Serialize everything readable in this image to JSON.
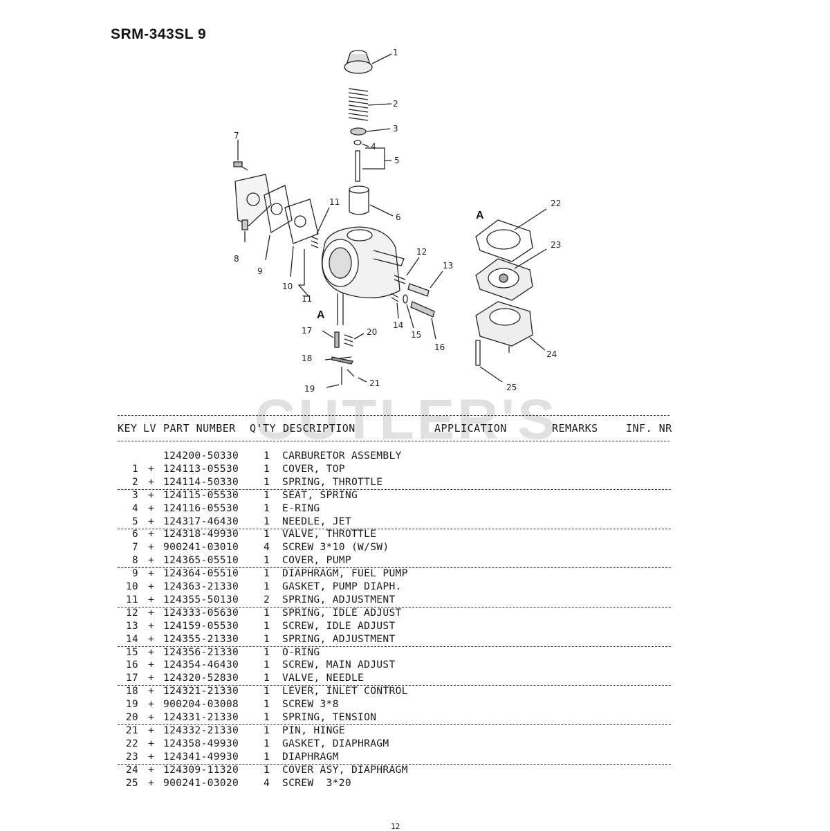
{
  "title": "SRM-343SL 9",
  "watermark": "CUTLER'S",
  "diagram": {
    "callouts": [
      "1",
      "2",
      "3",
      "4",
      "5",
      "6",
      "7",
      "8",
      "9",
      "10",
      "11",
      "11",
      "12",
      "13",
      "14",
      "15",
      "16",
      "17",
      "18",
      "19",
      "20",
      "21",
      "22",
      "23",
      "24",
      "25"
    ],
    "ref_label": "A",
    "ref_label_2": "A"
  },
  "table": {
    "header": {
      "key": "KEY",
      "lv": "LV",
      "part": "PART NUMBER",
      "qty": "Q'TY",
      "desc": "DESCRIPTION",
      "application": "APPLICATION",
      "remarks": "REMARKS",
      "inf": "INF. NR"
    },
    "rows": [
      {
        "key": "",
        "lv": "",
        "part": "124200-50330",
        "qty": "1",
        "desc": "CARBURETOR ASSEMBLY",
        "dashed": false
      },
      {
        "key": "1",
        "lv": "+",
        "part": "124113-05530",
        "qty": "1",
        "desc": "COVER, TOP",
        "dashed": false
      },
      {
        "key": "2",
        "lv": "+",
        "part": "124114-50330",
        "qty": "1",
        "desc": "SPRING, THROTTLE",
        "dashed": true
      },
      {
        "key": "3",
        "lv": "+",
        "part": "124115-05530",
        "qty": "1",
        "desc": "SEAT, SPRING",
        "dashed": false
      },
      {
        "key": "4",
        "lv": "+",
        "part": "124116-05530",
        "qty": "1",
        "desc": "E-RING",
        "dashed": false
      },
      {
        "key": "5",
        "lv": "+",
        "part": "124317-46430",
        "qty": "1",
        "desc": "NEEDLE, JET",
        "dashed": true
      },
      {
        "key": "6",
        "lv": "+",
        "part": "124318-49930",
        "qty": "1",
        "desc": "VALVE, THROTTLE",
        "dashed": false
      },
      {
        "key": "7",
        "lv": "+",
        "part": "900241-03010",
        "qty": "4",
        "desc": "SCREW 3*10 (W/SW)",
        "dashed": false
      },
      {
        "key": "8",
        "lv": "+",
        "part": "124365-05510",
        "qty": "1",
        "desc": "COVER, PUMP",
        "dashed": true
      },
      {
        "key": "9",
        "lv": "+",
        "part": "124364-05510",
        "qty": "1",
        "desc": "DIAPHRAGM, FUEL PUMP",
        "dashed": false
      },
      {
        "key": "10",
        "lv": "+",
        "part": "124363-21330",
        "qty": "1",
        "desc": "GASKET, PUMP DIAPH.",
        "dashed": false
      },
      {
        "key": "11",
        "lv": "+",
        "part": "124355-50130",
        "qty": "2",
        "desc": "SPRING, ADJUSTMENT",
        "dashed": true
      },
      {
        "key": "12",
        "lv": "+",
        "part": "124333-05630",
        "qty": "1",
        "desc": "SPRING, IDLE ADJUST",
        "dashed": false
      },
      {
        "key": "13",
        "lv": "+",
        "part": "124159-05530",
        "qty": "1",
        "desc": "SCREW, IDLE ADJUST",
        "dashed": false
      },
      {
        "key": "14",
        "lv": "+",
        "part": "124355-21330",
        "qty": "1",
        "desc": "SPRING, ADJUSTMENT",
        "dashed": true
      },
      {
        "key": "15",
        "lv": "+",
        "part": "124356-21330",
        "qty": "1",
        "desc": "O-RING",
        "dashed": false
      },
      {
        "key": "16",
        "lv": "+",
        "part": "124354-46430",
        "qty": "1",
        "desc": "SCREW, MAIN ADJUST",
        "dashed": false
      },
      {
        "key": "17",
        "lv": "+",
        "part": "124320-52830",
        "qty": "1",
        "desc": "VALVE, NEEDLE",
        "dashed": true
      },
      {
        "key": "18",
        "lv": "+",
        "part": "124321-21330",
        "qty": "1",
        "desc": "LEVER, INLET CONTROL",
        "dashed": false
      },
      {
        "key": "19",
        "lv": "+",
        "part": "900204-03008",
        "qty": "1",
        "desc": "SCREW 3*8",
        "dashed": false
      },
      {
        "key": "20",
        "lv": "+",
        "part": "124331-21330",
        "qty": "1",
        "desc": "SPRING, TENSION",
        "dashed": true
      },
      {
        "key": "21",
        "lv": "+",
        "part": "124332-21330",
        "qty": "1",
        "desc": "PIN, HINGE",
        "dashed": false
      },
      {
        "key": "22",
        "lv": "+",
        "part": "124358-49930",
        "qty": "1",
        "desc": "GASKET, DIAPHRAGM",
        "dashed": false
      },
      {
        "key": "23",
        "lv": "+",
        "part": "124341-49930",
        "qty": "1",
        "desc": "DIAPHRAGM",
        "dashed": true
      },
      {
        "key": "24",
        "lv": "+",
        "part": "124309-11320",
        "qty": "1",
        "desc": "COVER ASY, DIAPHRAGM",
        "dashed": false
      },
      {
        "key": "25",
        "lv": "+",
        "part": "900241-03020",
        "qty": "4",
        "desc": "SCREW  3*20",
        "dashed": false
      }
    ]
  },
  "page_number": "12"
}
